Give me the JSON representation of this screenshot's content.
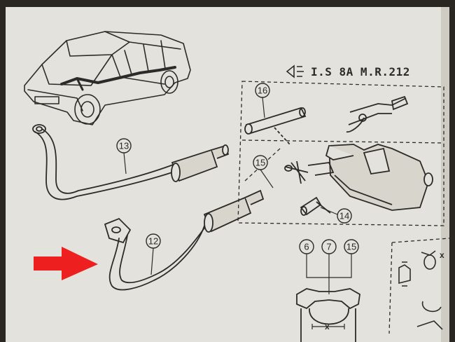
{
  "diagram": {
    "reference": "I.S 8A M.R.212",
    "dimension_label": "x",
    "dimension_label_2": "x",
    "callouts": {
      "c13": "13",
      "c12": "12",
      "c16": "16",
      "c15": "15",
      "c14": "14",
      "c6": "6",
      "c7": "7",
      "c15b": "15"
    }
  },
  "colors": {
    "paper": "#e4e2dc",
    "ink": "#2c2b29",
    "arrow": "#ee1f1f",
    "frame": "#2a2723"
  }
}
